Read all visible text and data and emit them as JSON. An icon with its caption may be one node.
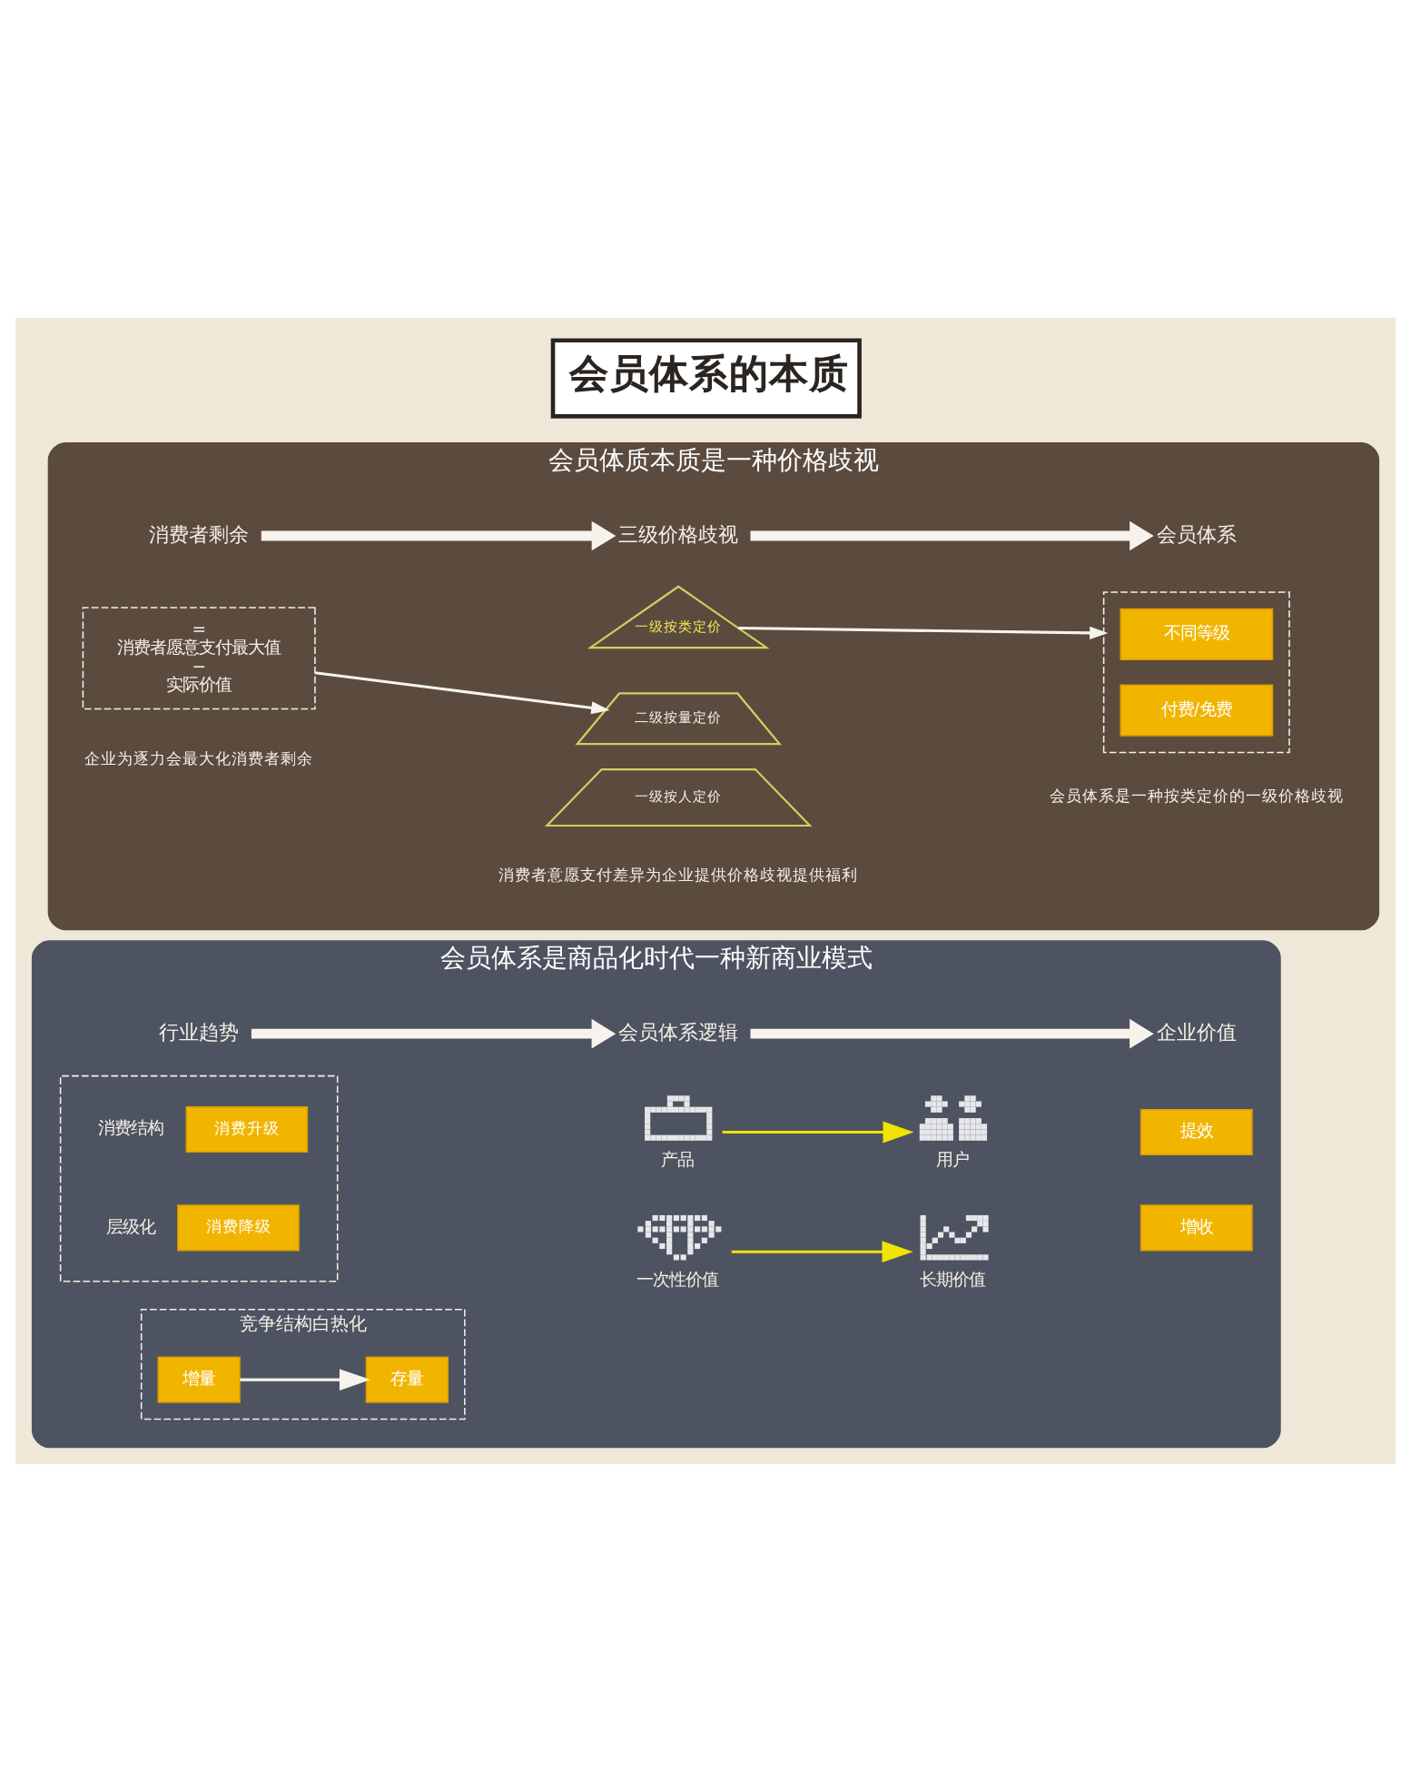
{
  "diagram": {
    "title": "会员体系的本质",
    "nodes": [
      {
        "text": [
          "会员体质本质是一种价格歧视"
        ]
      },
      {
        "text": [
          "消费者剩余"
        ],
        "in": 0
      },
      {
        "text": [
          "=",
          "消费者愿意支付最大值",
          "−",
          "实际价值"
        ],
        "in": 0,
        "beside": [
          "企业为逐力会最大化消费者剩余"
        ]
      },
      {
        "text": [
          "三级价格歧视"
        ],
        "in": 0
      },
      {
        "text": [
          "一级按类定价"
        ],
        "in": 0
      },
      {
        "text": [
          "二级按量定价"
        ],
        "in": 0
      },
      {
        "text": [
          "一级按人定价"
        ],
        "in": 0,
        "beside": [
          "消费者意愿支付差异为企业提供价格歧视提供福利"
        ]
      },
      {
        "text": [
          "会员体系"
        ],
        "in": 0
      },
      {
        "text": [],
        "shape": "box",
        "in": 0,
        "beside": [
          "会员体系是一种按类定价的一级价格歧视"
        ]
      },
      {
        "text": [
          "不同等级"
        ],
        "in": 8
      },
      {
        "text": [
          "付费/免费"
        ],
        "in": 8
      },
      {
        "text": [
          "会员体系是商品化时代一种新商业模式"
        ]
      },
      {
        "text": [
          "行业趋势"
        ],
        "in": 11
      },
      {
        "text": [],
        "shape": "box",
        "in": 11
      },
      {
        "text": [
          "消费升级"
        ],
        "in": 13,
        "beside": [
          "消费结构"
        ]
      },
      {
        "text": [
          "消费降级"
        ],
        "in": 13,
        "beside": [
          "层级化"
        ]
      },
      {
        "text": [
          "竞争结构白热化"
        ],
        "in": 11
      },
      {
        "text": [
          "增量"
        ],
        "in": 16
      },
      {
        "text": [
          "存量"
        ],
        "in": 16
      },
      {
        "text": [
          "会员体系逻辑"
        ],
        "in": 11
      },
      {
        "text": [],
        "shape": "picture",
        "in": 11,
        "beside": [
          "产品"
        ]
      },
      {
        "text": [],
        "shape": "picture",
        "in": 11,
        "beside": [
          "用户"
        ]
      },
      {
        "text": [],
        "shape": "picture",
        "in": 11,
        "beside": [
          "一次性价值"
        ]
      },
      {
        "text": [],
        "shape": "picture",
        "in": 11,
        "beside": [
          "长期价值"
        ]
      },
      {
        "text": [
          "企业价值"
        ],
        "in": 11
      },
      {
        "text": [
          "提效"
        ],
        "in": 11
      },
      {
        "text": [
          "增收"
        ],
        "in": 11
      }
    ],
    "edges": [
      {
        "from": 1,
        "to": 3,
        "arrow": "to",
        "style": "thick"
      },
      {
        "from": 3,
        "to": 7,
        "arrow": "to",
        "style": "thick"
      },
      {
        "from": 2,
        "to": 5,
        "arrow": "to"
      },
      {
        "from": 4,
        "to": 8,
        "arrow": "to"
      },
      {
        "from": 12,
        "to": 19,
        "arrow": "to",
        "style": "thick"
      },
      {
        "from": 19,
        "to": 24,
        "arrow": "to",
        "style": "thick"
      },
      {
        "from": 17,
        "to": 18,
        "arrow": "to"
      },
      {
        "from": 20,
        "to": 21,
        "arrow": "to",
        "color": "#f0e400"
      },
      {
        "from": 22,
        "to": 23,
        "arrow": "to",
        "color": "#f0e400"
      }
    ]
  }
}
